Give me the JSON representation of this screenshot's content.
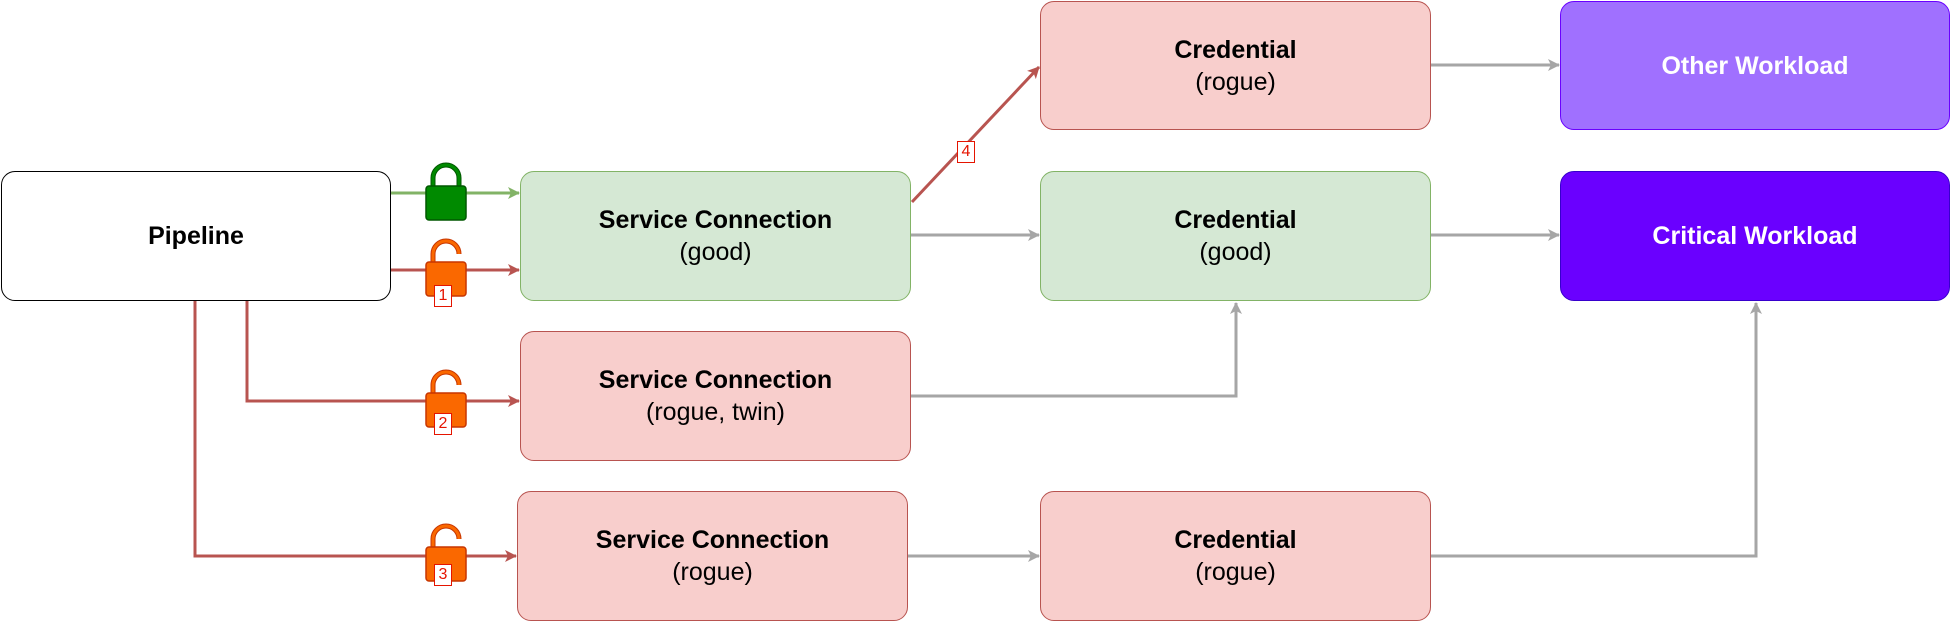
{
  "colors": {
    "edge_attack": "#b85450",
    "edge_good": "#82b366",
    "edge_neutral": "#a6a6a6",
    "lock_closed": "#008a00",
    "lock_open": "#fa6800",
    "badge": "#e51400"
  },
  "nodes": {
    "pipeline": {
      "title": "Pipeline"
    },
    "sc_good": {
      "title": "Service Connection",
      "subtitle": "(good)"
    },
    "sc_rogue_twin": {
      "title": "Service Connection",
      "subtitle": "(rogue, twin)"
    },
    "sc_rogue": {
      "title": "Service Connection",
      "subtitle": "(rogue)"
    },
    "cred_rogue_top": {
      "title": "Credential",
      "subtitle": "(rogue)"
    },
    "cred_good": {
      "title": "Credential",
      "subtitle": "(good)"
    },
    "cred_rogue_bottom": {
      "title": "Credential",
      "subtitle": "(rogue)"
    },
    "other_workload": {
      "title": "Other Workload"
    },
    "critical_workload": {
      "title": "Critical Workload"
    }
  },
  "icons": {
    "lock_closed": "closed-padlock-icon",
    "lock_open": "open-padlock-icon"
  },
  "badges": {
    "b1": "1",
    "b2": "2",
    "b3": "3",
    "b4": "4"
  }
}
